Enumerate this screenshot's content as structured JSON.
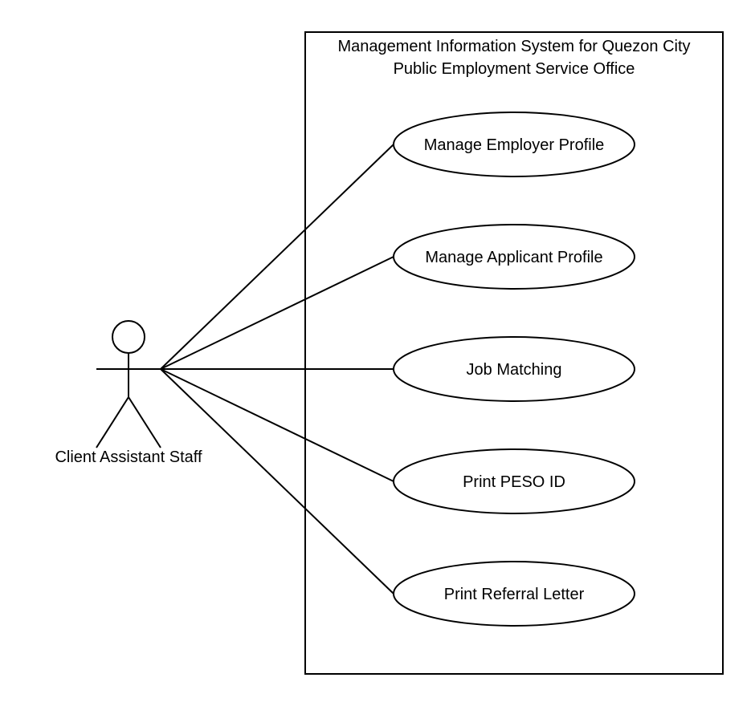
{
  "system": {
    "title_line1": "Management Information System for Quezon City",
    "title_line2": "Public Employment Service Office"
  },
  "actor": {
    "name": "Client Assistant Staff"
  },
  "use_cases": [
    "Manage Employer Profile",
    "Manage Applicant Profile",
    "Job Matching",
    "Print PESO ID",
    "Print Referral Letter"
  ],
  "colors": {
    "stroke": "#000000",
    "background": "#ffffff"
  }
}
